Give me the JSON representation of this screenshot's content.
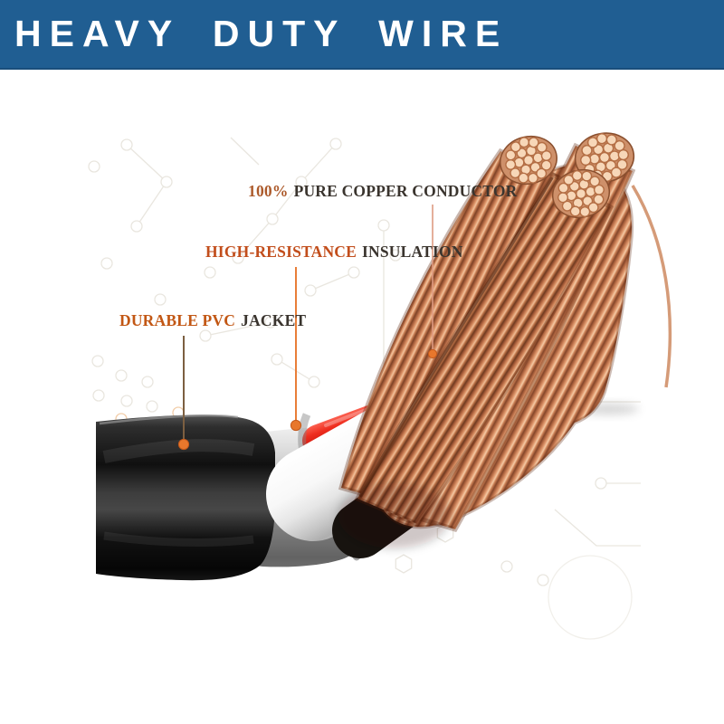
{
  "banner": {
    "title": "HEAVY DUTY WIRE",
    "bg_color": "#205E92",
    "text_color": "#FFFFFF"
  },
  "callouts": [
    {
      "highlight": "100%",
      "rest": "PURE COPPER CONDUCTOR",
      "highlight_style": "color:#AC5A2B",
      "leader_color": "#DE9B82"
    },
    {
      "highlight": "HIGH-RESISTANCE",
      "rest": "INSULATION",
      "highlight_style": "color:#C24E1C",
      "leader_color": "#E97E38"
    },
    {
      "highlight": "DURABLE PVC",
      "rest": "JACKET",
      "highlight_style": "color:#C25714",
      "leader_color": "#7C5F41"
    }
  ],
  "colors": {
    "banner_bg": "#205E92",
    "banner_text": "#FFFFFF",
    "label_dark": "#3A342E",
    "leader_dot_orange": "#E8772C",
    "copper": "#C87C52",
    "wire_red": "#D8190F",
    "pvc_jacket_black": "#141414",
    "shield_gray": "#9B9B9B",
    "insulation_white": "#FFFFFF",
    "circuit_pattern_gray": "#E9E6DF"
  },
  "illustration": {
    "parts": [
      "pvc-jacket",
      "shield-layer",
      "white-insulation",
      "red-wire",
      "copper-strand-bundles"
    ]
  }
}
